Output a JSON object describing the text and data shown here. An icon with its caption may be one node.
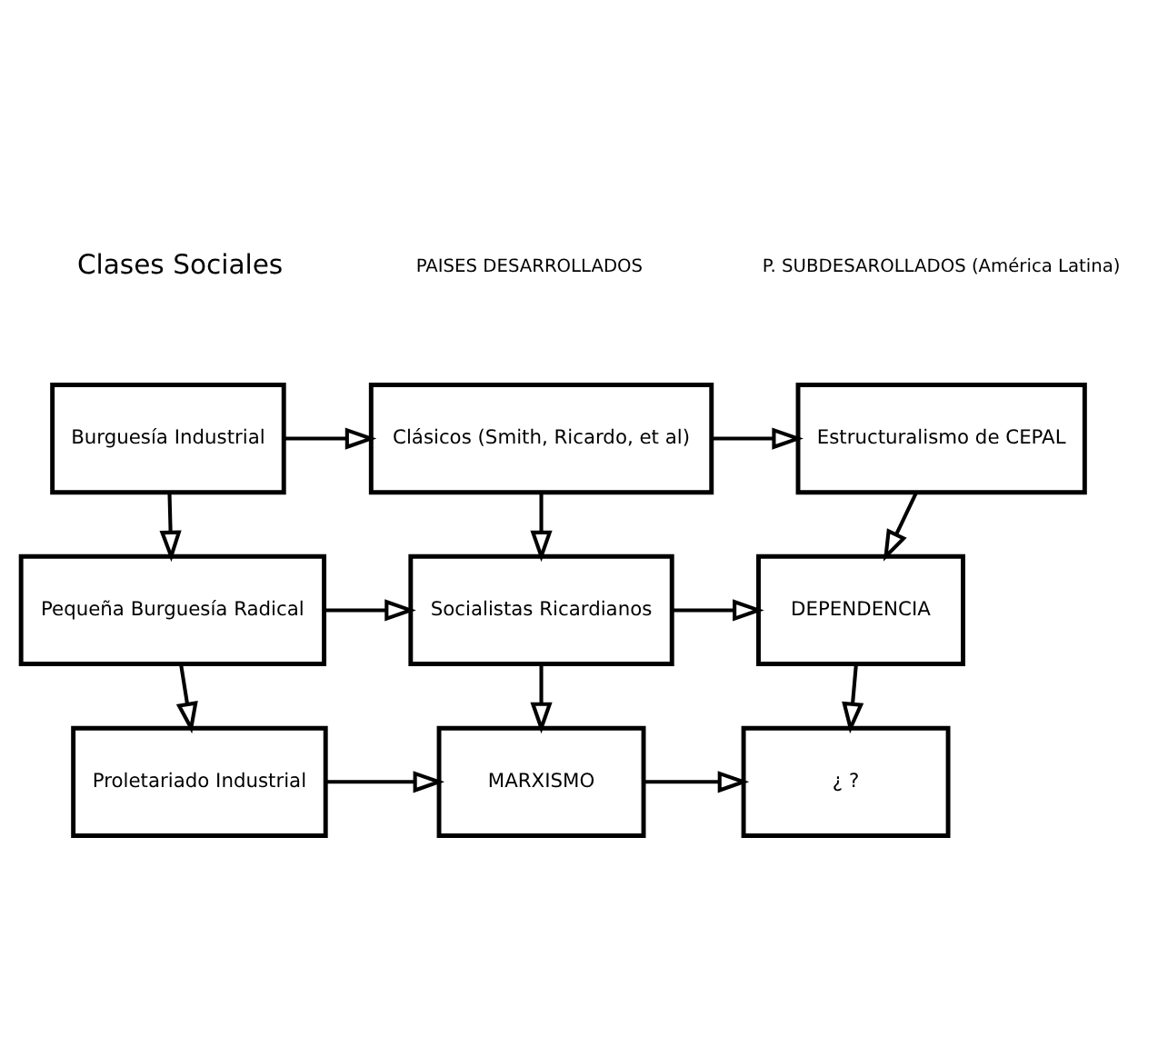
{
  "diagram": {
    "nodes": [
      {
        "text": [
          "Burguesía Industrial"
        ]
      },
      {
        "text": [
          "Clásicos (Smith, Ricardo, et al)"
        ]
      },
      {
        "text": [
          "Estructuralismo de CEPAL"
        ]
      },
      {
        "text": [
          "Pequeña Burguesía Radical"
        ]
      },
      {
        "text": [
          "Socialistas Ricardianos"
        ]
      },
      {
        "text": [
          "DEPENDENCIA"
        ]
      },
      {
        "text": [
          "Proletariado Industrial"
        ]
      },
      {
        "text": [
          "MARXISMO"
        ]
      },
      {
        "text": [
          "¿ ?"
        ]
      }
    ],
    "edges": [
      {
        "from": 0,
        "to": 1,
        "arrow": "to"
      },
      {
        "from": 1,
        "to": 2,
        "arrow": "to"
      },
      {
        "from": 0,
        "to": 3,
        "arrow": "to"
      },
      {
        "from": 1,
        "to": 4,
        "arrow": "to"
      },
      {
        "from": 2,
        "to": 5,
        "arrow": "to"
      },
      {
        "from": 3,
        "to": 4,
        "arrow": "to"
      },
      {
        "from": 4,
        "to": 5,
        "arrow": "to"
      },
      {
        "from": 3,
        "to": 6,
        "arrow": "to"
      },
      {
        "from": 4,
        "to": 7,
        "arrow": "to"
      },
      {
        "from": 5,
        "to": 8,
        "arrow": "to"
      },
      {
        "from": 6,
        "to": 7,
        "arrow": "to"
      },
      {
        "from": 7,
        "to": 8,
        "arrow": "to"
      }
    ],
    "labels": [
      "Clases Sociales",
      "PAISES DESARROLLADOS",
      "P. SUBDESAROLLADOS (América Latina)"
    ]
  }
}
